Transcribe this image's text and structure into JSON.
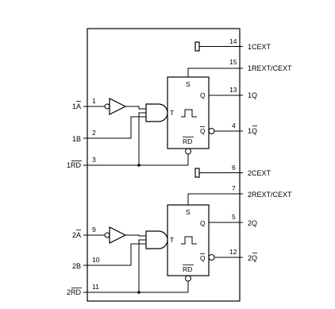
{
  "signals": {
    "a1": {
      "name": "1",
      "bar": "A",
      "pin": "1"
    },
    "b1": {
      "name": "1B",
      "pin": "2"
    },
    "rd1": {
      "name": "1",
      "bar": "RD",
      "pin": "3"
    },
    "cext1": {
      "name": "1CEXT",
      "pin": "14"
    },
    "rext1": {
      "name": "1REXT/CEXT",
      "pin": "15"
    },
    "q1": {
      "name": "1Q",
      "pin": "13"
    },
    "qbar1": {
      "name": "1",
      "bar": "Q",
      "pin": "4"
    },
    "cext2": {
      "name": "2CEXT",
      "pin": "6"
    },
    "rext2": {
      "name": "2REXT/CEXT",
      "pin": "7"
    },
    "a2": {
      "name": "2",
      "bar": "A",
      "pin": "9"
    },
    "b2": {
      "name": "2B",
      "pin": "10"
    },
    "rd2": {
      "name": "2",
      "bar": "RD",
      "pin": "11"
    },
    "q2": {
      "name": "2Q",
      "pin": "5"
    },
    "qbar2": {
      "name": "2",
      "bar": "Q",
      "pin": "12"
    }
  },
  "block": {
    "s": "S",
    "t": "T",
    "q": "Q",
    "qbar": "Q",
    "rd": "RD"
  }
}
